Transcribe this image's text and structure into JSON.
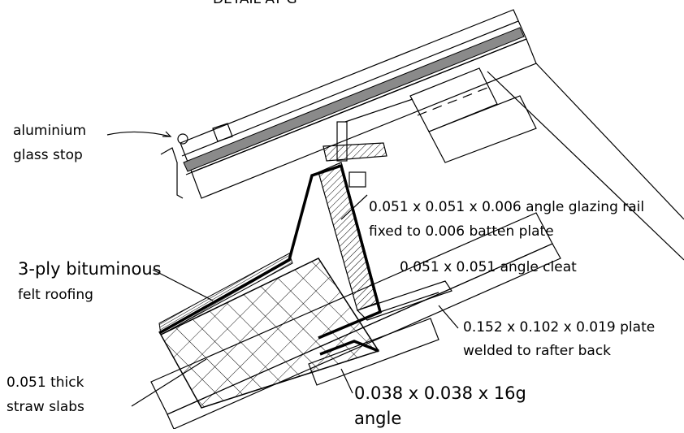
{
  "title_fragment": "DETAIL AT G",
  "labels": {
    "glass_stop": [
      "aluminium",
      "glass stop"
    ],
    "glazing_rail": [
      "0.051 x 0.051 x 0.006  angle glazing rail",
      "fixed to 0.006 batten plate"
    ],
    "angle_cleat": [
      "0.051 x 0.051 angle cleat"
    ],
    "felt_roofing": [
      "3-ply bituminous",
      "felt roofing"
    ],
    "plate": [
      "0.152 x 0.102 x 0.019 plate",
      "welded to rafter back"
    ],
    "straw_slabs": [
      "0.051 thick",
      "straw slabs"
    ],
    "small_angle": [
      "0.038 x 0.038 x 16g",
      "angle"
    ]
  }
}
